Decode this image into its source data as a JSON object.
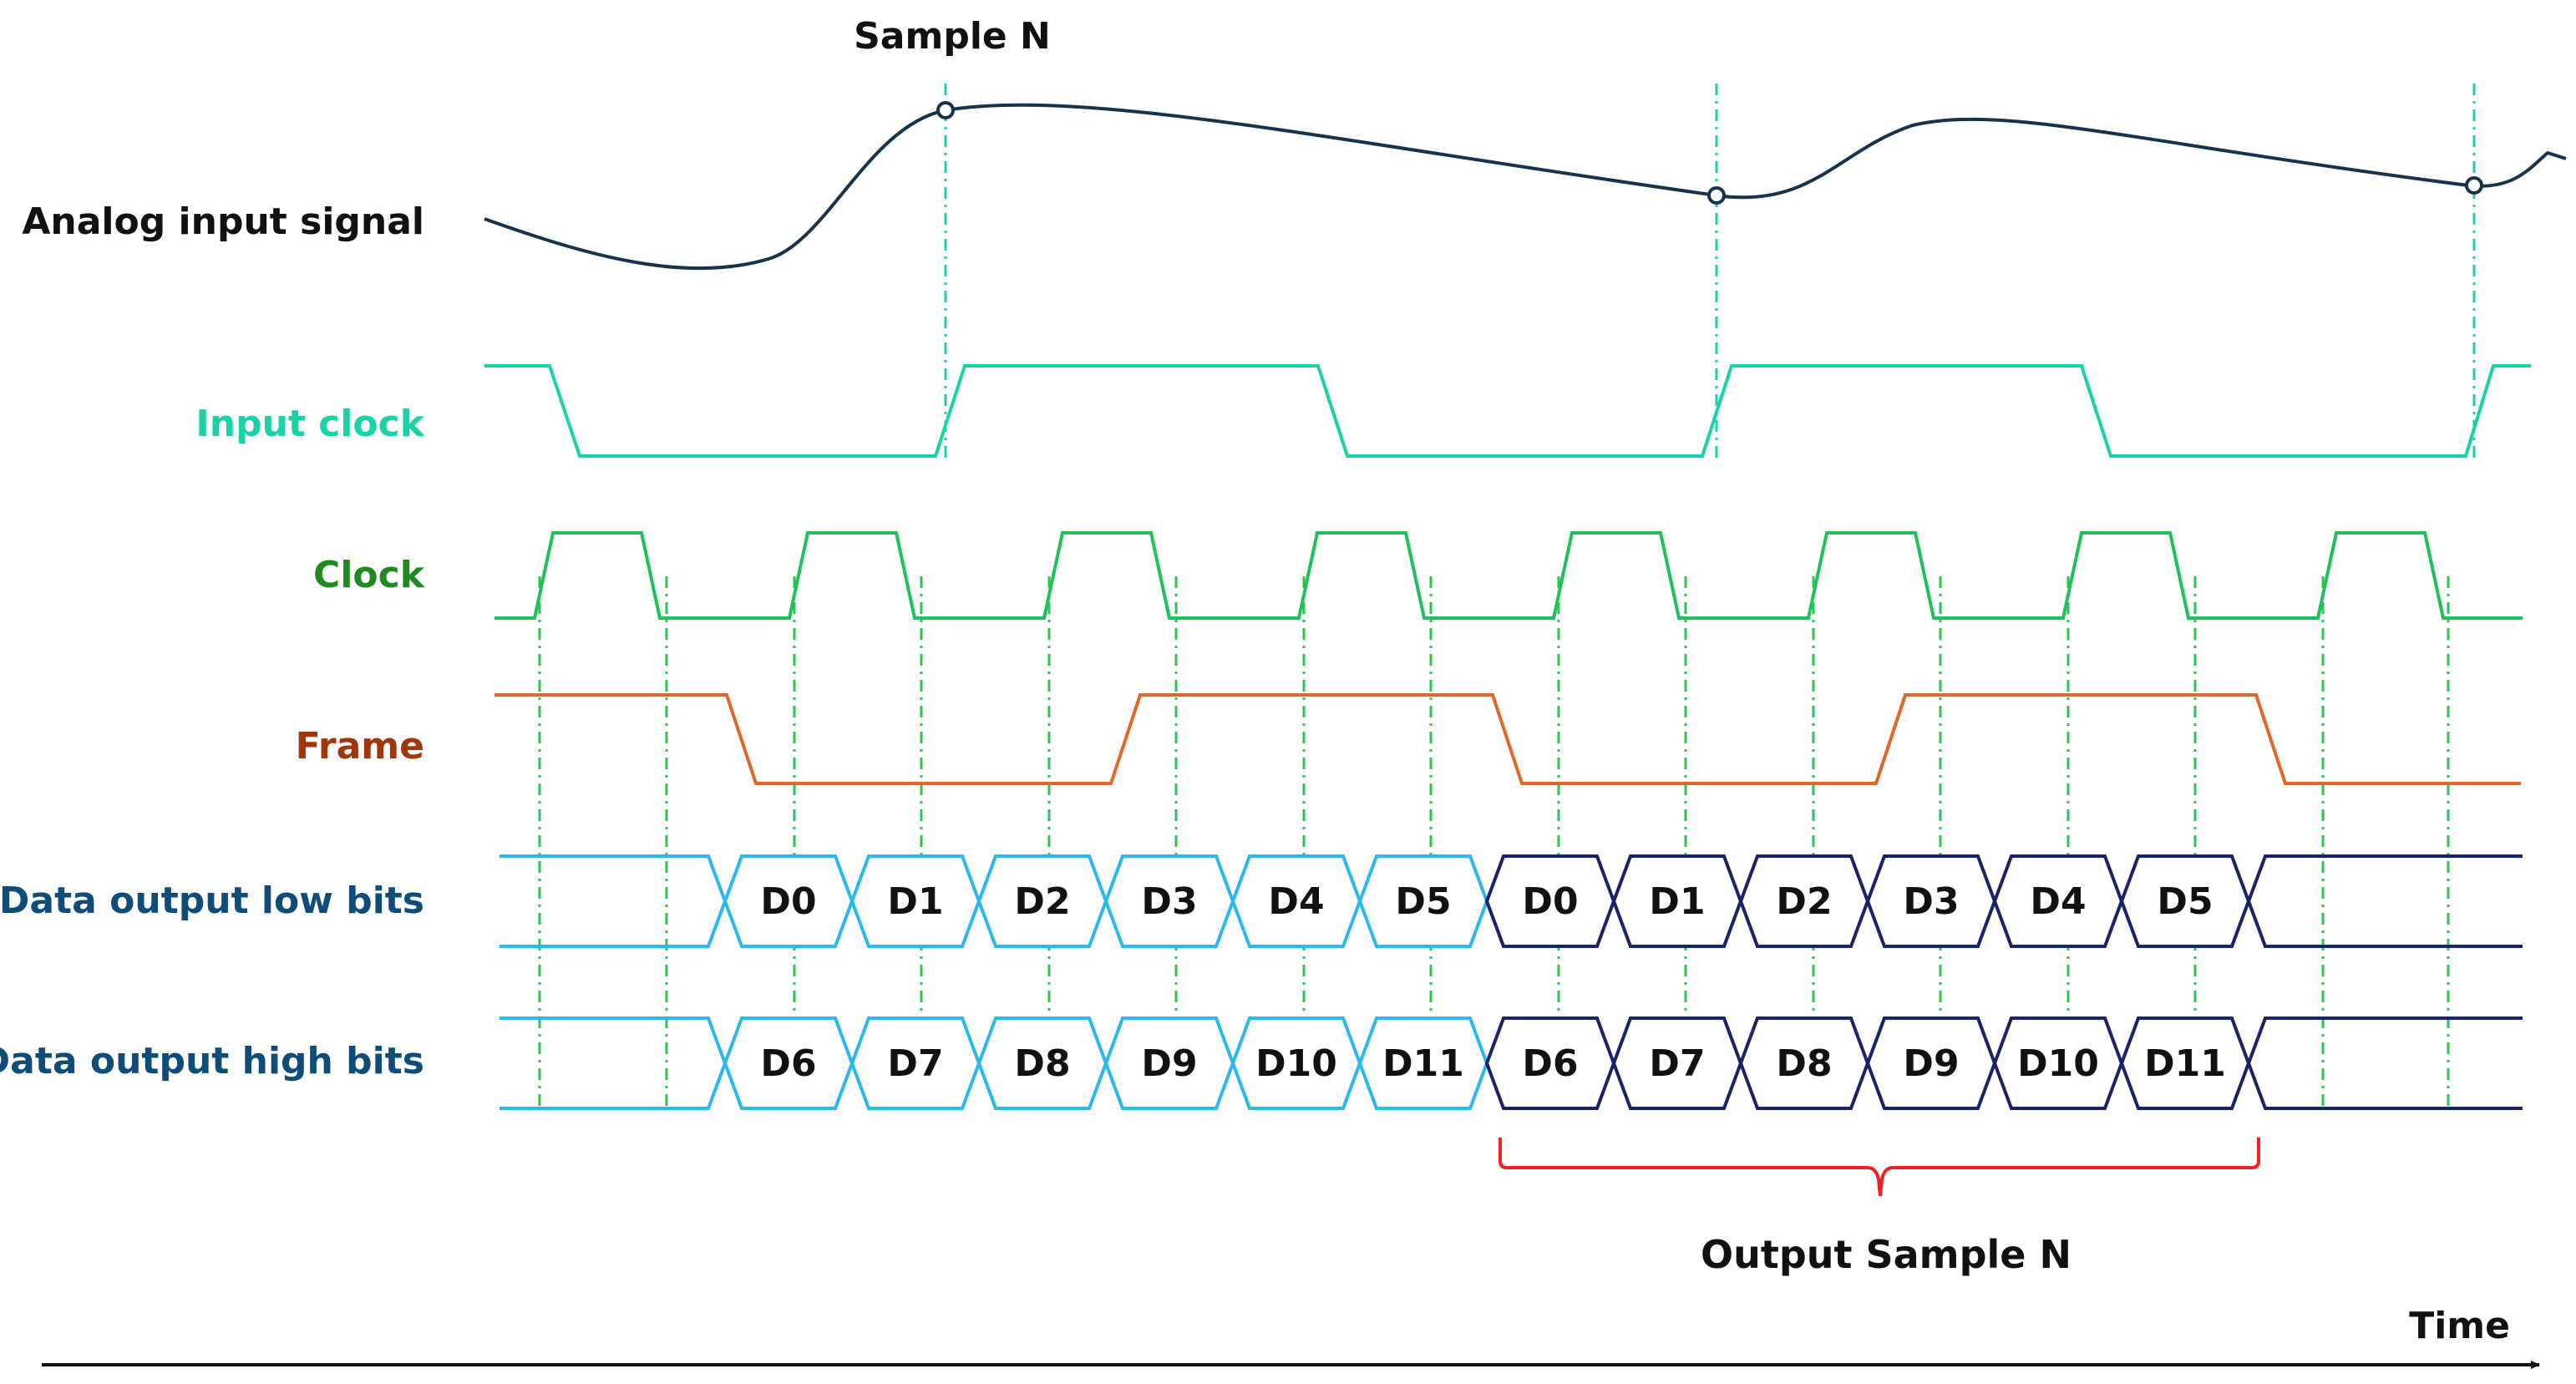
{
  "labels": {
    "sample_n": "Sample N",
    "analog": "Analog input signal",
    "input_clock": "Input clock",
    "clock": "Clock",
    "frame": "Frame",
    "data_low": "Data output low bits",
    "data_high": "Data output high bits",
    "output_sample": "Output Sample N",
    "time": "Time"
  },
  "colors": {
    "analog": "#17334b",
    "input_clock": "#19d2a5",
    "clock": "#1ec25a",
    "clock_label": "#1f8a1f",
    "frame": "#e2652a",
    "frame_label": "#a2360b",
    "guides": "#2bc64a",
    "input_guides": "#19d2a5",
    "data_light": "#2bb8ee",
    "data_dark": "#17246a",
    "data_label": "#0f4c78",
    "brace": "#ee2222",
    "text": "#111111"
  },
  "data_low": {
    "frame_1": [
      "D0",
      "D1",
      "D2",
      "D3",
      "D4",
      "D5"
    ],
    "frame_2": [
      "D0",
      "D1",
      "D2",
      "D3",
      "D4",
      "D5"
    ]
  },
  "data_high": {
    "frame_1": [
      "D6",
      "D7",
      "D8",
      "D9",
      "D10",
      "D11"
    ],
    "frame_2": [
      "D6",
      "D7",
      "D8",
      "D9",
      "D10",
      "D11"
    ]
  }
}
